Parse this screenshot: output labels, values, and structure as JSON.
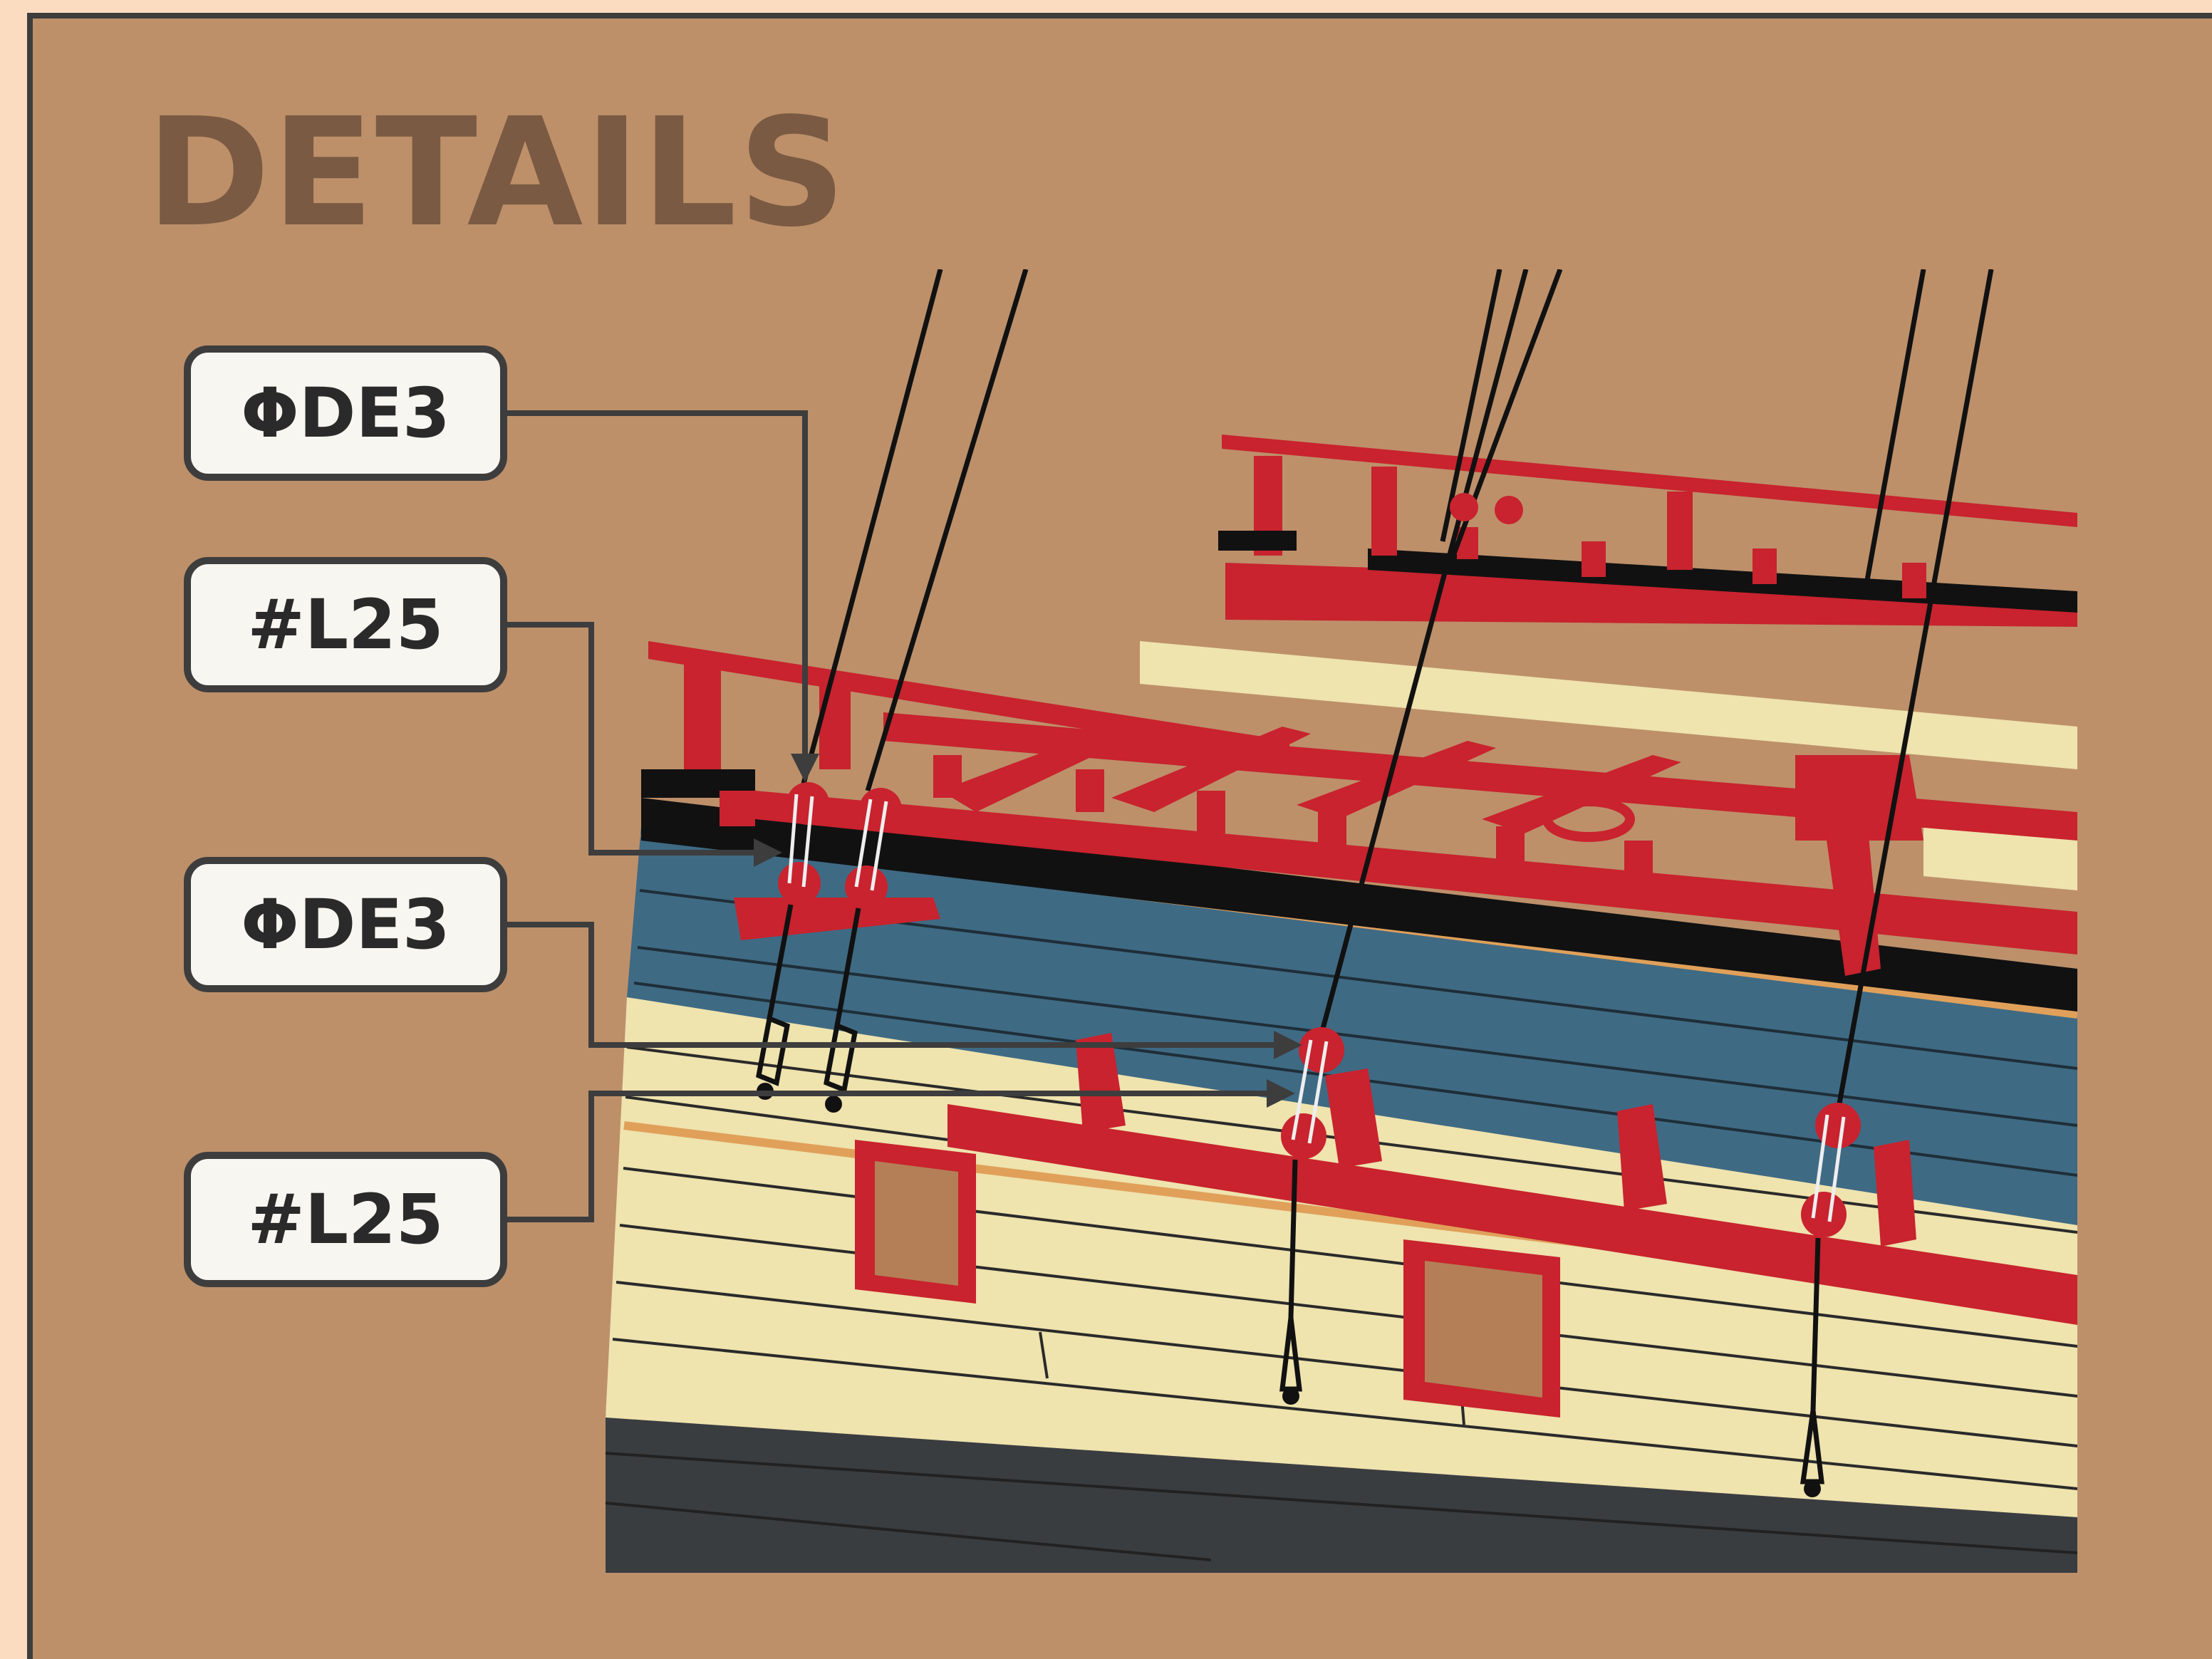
{
  "title": "DETAILS",
  "callouts": [
    {
      "label": "ΦDE3"
    },
    {
      "label": "#L25"
    },
    {
      "label": "ΦDE3"
    },
    {
      "label": "#L25"
    }
  ],
  "colors": {
    "page_border": "#fbdcc0",
    "background": "#bd906a",
    "title": "#7a5a42",
    "frame_line": "#3d3d3d",
    "hull_red": "#c8232e",
    "hull_blue": "#3f6a84",
    "planking_cream": "#efe3ae",
    "hull_dark": "#3a3d40"
  },
  "icons": [
    "deadeye-icon",
    "lanyard-icon",
    "arrow-icon"
  ]
}
